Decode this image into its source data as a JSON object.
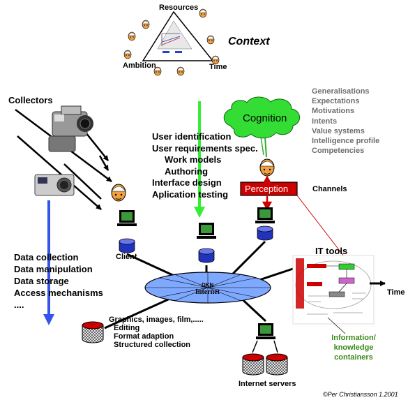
{
  "context": {
    "title": "Context",
    "triangle_labels": {
      "top": "Resources",
      "left": "Ambition",
      "right": "Time"
    }
  },
  "collectors": {
    "label": "Collectors"
  },
  "client": {
    "label": "Client"
  },
  "center_list": [
    "User identification",
    "User requirements spec.",
    "Work models",
    "Authoring",
    "Interface design",
    "Aplication testing"
  ],
  "cognition": {
    "label": "Cognition",
    "traits": [
      "Generalisations",
      "Expectations",
      "Motivations",
      "Intents",
      "Value systems",
      "Intelligence profile",
      "Competencies"
    ]
  },
  "perception": {
    "label": "Perception",
    "channels": "Channels"
  },
  "data_list": [
    "Data collection",
    "Data manipulation",
    "Data storage",
    "Access mechanisms",
    "...."
  ],
  "network": {
    "label_top": "DKN",
    "label_bottom": "Internet"
  },
  "it_tools": {
    "label": "IT tools",
    "time": "Time"
  },
  "graphics": {
    "title": "Graphics, images, film,.....",
    "items": [
      "Editing",
      "Format adaption",
      "Structured collection"
    ]
  },
  "containers": {
    "label": "Information/ knowledge containers"
  },
  "servers": {
    "label": "Internet servers"
  },
  "credit": "©Per Christiansson 1.2001",
  "colors": {
    "cloud": "#33dd33",
    "perception": "#cc0000",
    "network": "#7fa8ff",
    "db": "#2233bb",
    "green_arrow": "#33ee33",
    "blue_arrow": "#3355ee"
  }
}
